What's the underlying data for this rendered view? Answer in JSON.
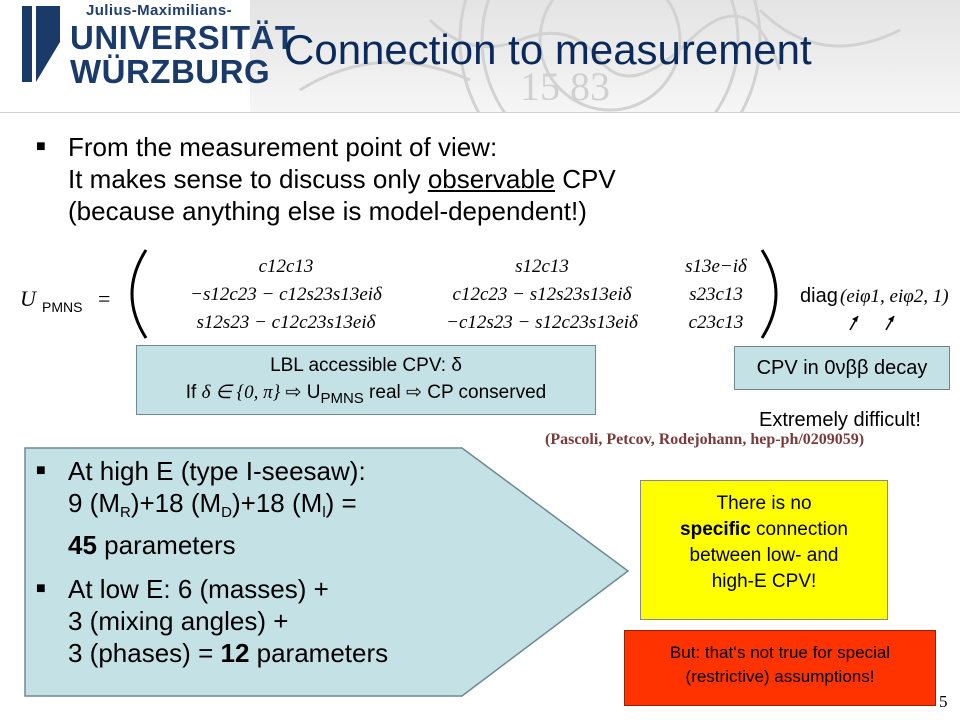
{
  "header": {
    "logo_subtitle": "Julius-Maximilians-",
    "logo_line1": "UNIVERSITÄT",
    "logo_line2": "WÜRZBURG",
    "title": "Connection to measurement",
    "seal_numbers": "15 83"
  },
  "main_bullet": {
    "line1": "From the measurement point of view:",
    "line2_pre": "It makes sense to discuss only ",
    "line2_underlined": "observable",
    "line2_post": " CPV",
    "line3": "(because anything else is model-dependent!)"
  },
  "matrix": {
    "lhs": "U",
    "lhs_sub": "PMNS",
    "eq": "=",
    "rows": [
      [
        "c12c13",
        "s12c13",
        "s13e−iδ"
      ],
      [
        "−s12c23 − c12s23s13eiδ",
        "c12c23 − s12s23s13eiδ",
        "s23c13"
      ],
      [
        "s12s23 − c12c23s13eiδ",
        "−c12s23 − s12c23s13eiδ",
        "c23c13"
      ]
    ],
    "diag_label": "diag",
    "diag_args": "(eiφ1, eiφ2, 1)"
  },
  "lbl_box": {
    "line1": "LBL accessible CPV: δ",
    "line2_pre": "If ",
    "line2_math": "δ ∈ {0, π}",
    "line2_mid": " ⇨ U",
    "line2_sub": "PMNS",
    "line2_post": " real ⇨ CP conserved"
  },
  "cpv_box": {
    "label": "CPV in 0νββ decay"
  },
  "note": {
    "extremely": "Extremely difficult!",
    "reference": "(Pascoli, Petcov, Rodejohann, hep-ph/0209059)"
  },
  "pentagon": {
    "item1_l1": "At high E (type I-seesaw):",
    "item1_l2_a": "9 (M",
    "item1_l2_sub1": "R",
    "item1_l2_b": ")+18 (M",
    "item1_l2_sub2": "D",
    "item1_l2_c": ")+18 (M",
    "item1_l2_sub3": "l",
    "item1_l2_d": ") =",
    "item1_l3_bold": "45",
    "item1_l3_rest": " parameters",
    "item2_l1": "At low E: 6 (masses) +",
    "item2_l2": "3 (mixing angles) +",
    "item2_l3_pre": "3 (phases) = ",
    "item2_l3_bold": "12",
    "item2_l3_post": " parameters"
  },
  "yellow_box": {
    "line1": "There is no",
    "line2_bold": "specific",
    "line2_rest": " connection",
    "line3": "between low- and",
    "line4": "high-E CPV!"
  },
  "red_box": {
    "line1": "But: that‘s not true for special",
    "line2": "(restrictive) assumptions!"
  },
  "page_number": "5",
  "colors": {
    "title": "#0a2a5c",
    "logo": "#1a3a69",
    "teal_box": "#c4e1e6",
    "yellow_box": "#ffff00",
    "red_box": "#ff3300",
    "reference": "#7a3a3a"
  }
}
